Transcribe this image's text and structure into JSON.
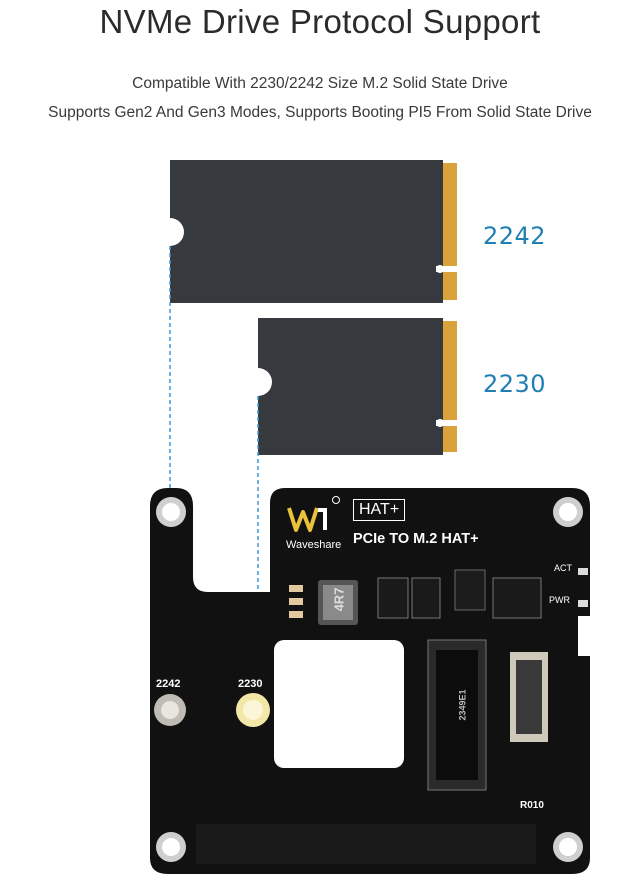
{
  "header": {
    "title": "NVMe Drive Protocol Support",
    "line1": "Compatible With 2230/2242 Size M.2 Solid State Drive",
    "line2": "Supports Gen2 And Gen3 Modes, Supports Booting PI5 From Solid State Drive"
  },
  "drives": {
    "large_label": "2242",
    "small_label": "2230"
  },
  "board": {
    "brand": "Waveshare",
    "hat_badge": "HAT+",
    "product_name": "PCIe TO M.2 HAT+",
    "led_act": "ACT",
    "led_pwr": "PWR",
    "hole_2242": "2242",
    "hole_2230": "2230",
    "inductor_mark": "4R7",
    "chip_mark": "2349E1",
    "resistor_mark": "R010"
  },
  "colors": {
    "ssd_body": "#36393e",
    "gold_contacts": "#d9a23a",
    "label_blue": "#1f7fb5",
    "pcb": "#111111",
    "guide_line": "#3b9bd1"
  }
}
